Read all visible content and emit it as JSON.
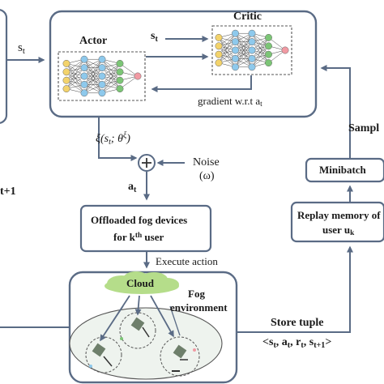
{
  "diagram": {
    "actor_label": "Actor",
    "critic_label": "Critic",
    "state_input": "s",
    "state_sub": "t",
    "gradient_label": "gradient w.r.t a",
    "gradient_sub": "t",
    "policy_output": "ξ(s",
    "policy_output_sub": "t",
    "policy_output_rest": "; θ",
    "policy_output_sup": "ξ",
    "policy_output_close": ")",
    "noise_label": "Noise",
    "noise_symbol": "(ω)",
    "action_label": "a",
    "action_sub": "t",
    "offload_line1": "Offloaded fog devices",
    "offload_line2_pre": "for k",
    "offload_line2_sup": "th",
    "offload_line2_post": " user",
    "execute_label": "Execute action",
    "cloud_label": "Cloud",
    "fog_label_line1": "Fog",
    "fog_label_line2": "environment",
    "store_tuple_label": "Store tuple",
    "tuple_text": "<s",
    "tuple_s_sub": "t",
    "tuple_a": ", a",
    "tuple_a_sub": "t",
    "tuple_r": ", r",
    "tuple_r_sub": "t",
    "tuple_s2": ", s",
    "tuple_s2_sub": "t+1",
    "tuple_close": ">",
    "replay_line1": "Replay memory of",
    "replay_line2_pre": "user u",
    "replay_line2_sub": "k",
    "minibatch_label": "Minibatch",
    "sample_label": "Sampl",
    "left_state": "s",
    "left_state_sub": "t",
    "left_cut_label": "t+1"
  },
  "colors": {
    "box_border": "#5a6b85",
    "arrow": "#5a6b85",
    "node_yellow": "#f3d36b",
    "node_blue": "#8ec9ec",
    "node_green": "#7cc576",
    "node_red": "#f19aa3",
    "cloud_fill": "#b5dd8a",
    "fog_fill": "#eef3ee"
  }
}
